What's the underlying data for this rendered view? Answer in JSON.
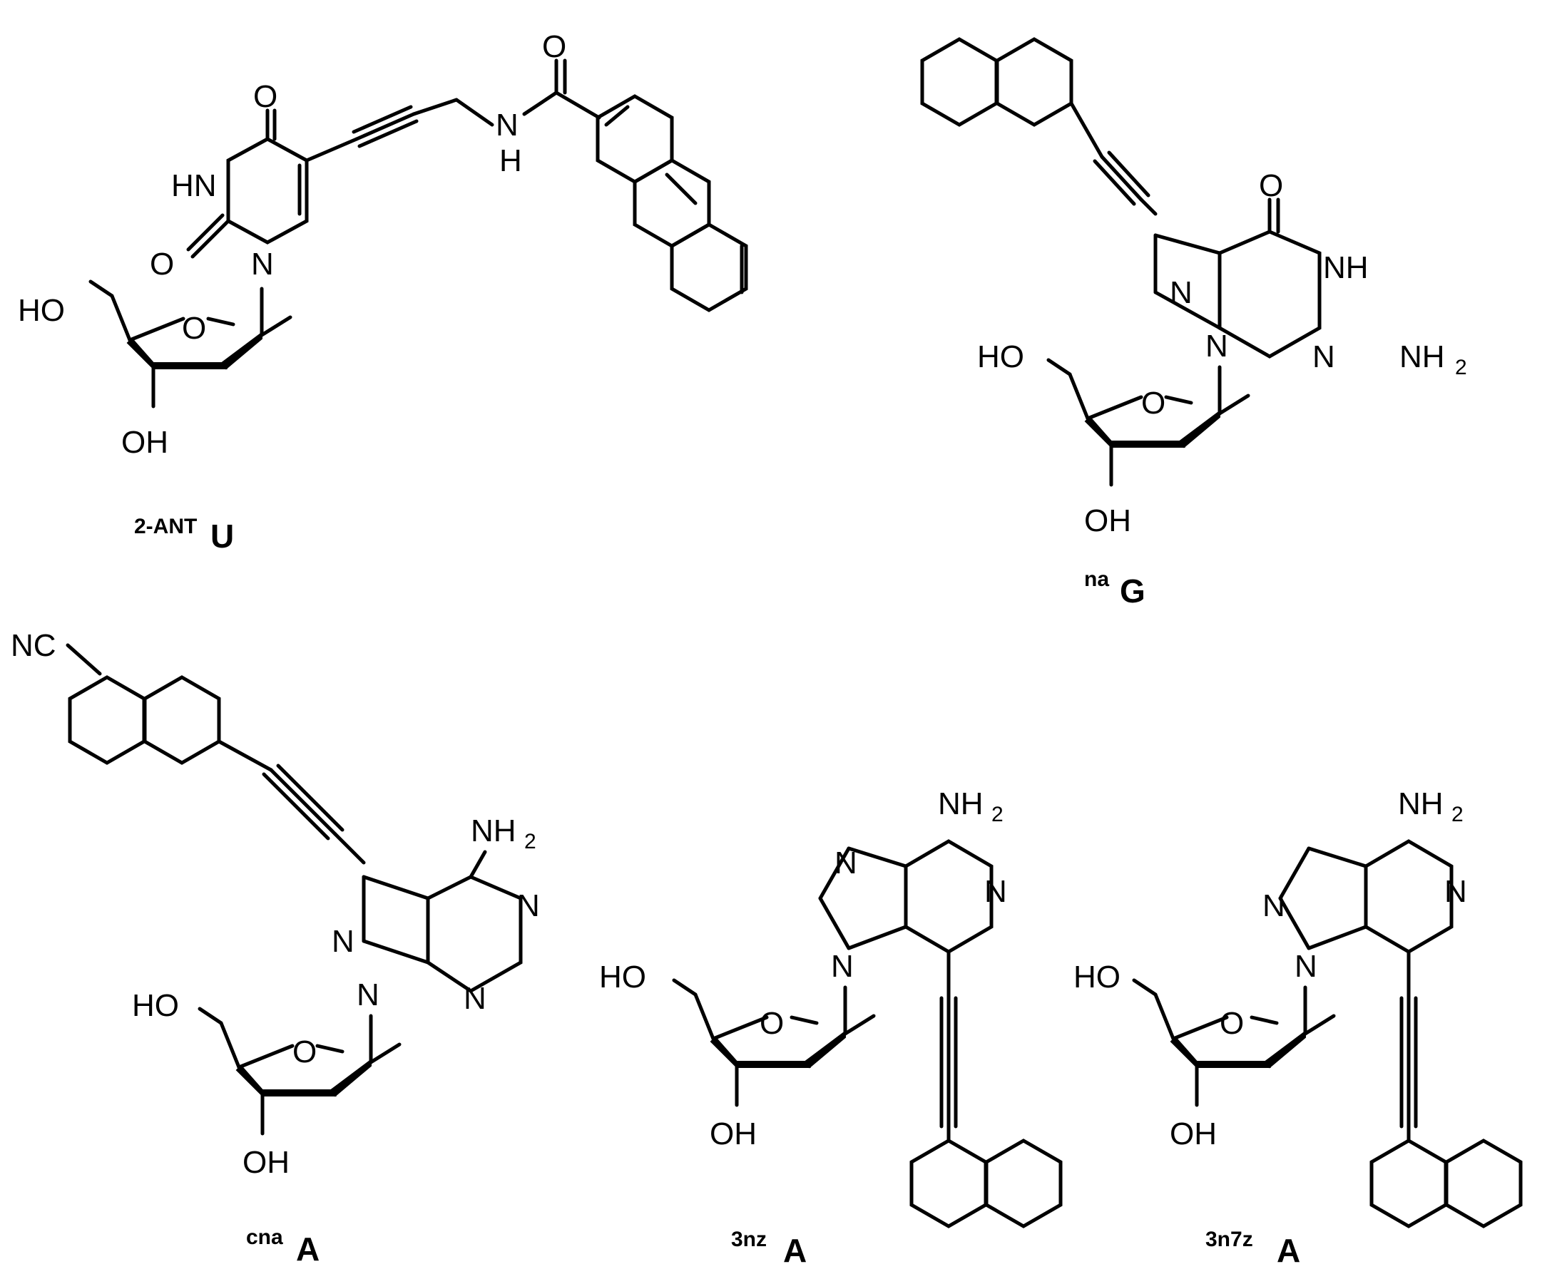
{
  "compounds": [
    {
      "id": "2ANTU",
      "label_sup": "2-ANT",
      "label_main": "U"
    },
    {
      "id": "naG",
      "label_sup": "na",
      "label_main": "G"
    },
    {
      "id": "cnaA",
      "label_sup": "cna",
      "label_main": "A"
    },
    {
      "id": "3nzA",
      "label_sup": "3nz",
      "label_main": "A"
    },
    {
      "id": "3n7zA",
      "label_sup": "3n7z",
      "label_main": "A"
    }
  ],
  "atoms": {
    "O": "O",
    "HN": "HN",
    "N": "N",
    "NH": "NH",
    "H": "H",
    "HO": "HO",
    "OH": "OH",
    "NC": "NC",
    "NH2_base": "NH",
    "sub2": "2"
  }
}
